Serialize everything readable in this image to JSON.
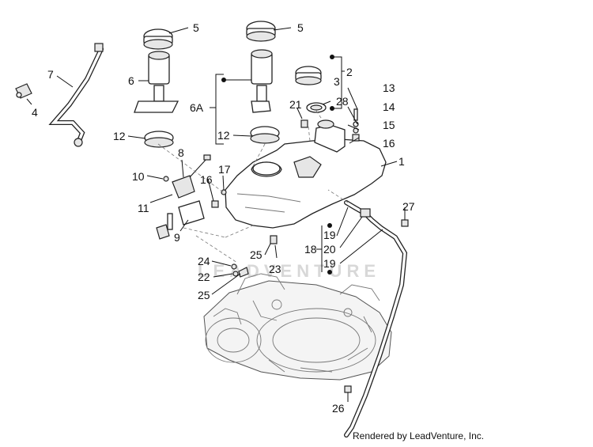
{
  "labels": {
    "l1": "1",
    "l2": "2",
    "l3": "3",
    "l4": "4",
    "l5a": "5",
    "l5b": "5",
    "l6": "6",
    "l6a": "6A",
    "l7": "7",
    "l8": "8",
    "l9": "9",
    "l10": "10",
    "l11": "11",
    "l12a": "12",
    "l12b": "12",
    "l13": "13",
    "l14": "14",
    "l15": "15",
    "l16a": "16",
    "l16b": "16",
    "l17": "17",
    "l18": "18",
    "l19a": "19",
    "l19b": "19",
    "l20": "20",
    "l21": "21",
    "l22": "22",
    "l23": "23",
    "l24": "24",
    "l25a": "25",
    "l25b": "25",
    "l26": "26",
    "l27": "27",
    "l28": "28"
  },
  "watermark": "LEADVENTURE",
  "credit": "Rendered by LeadVenture, Inc."
}
